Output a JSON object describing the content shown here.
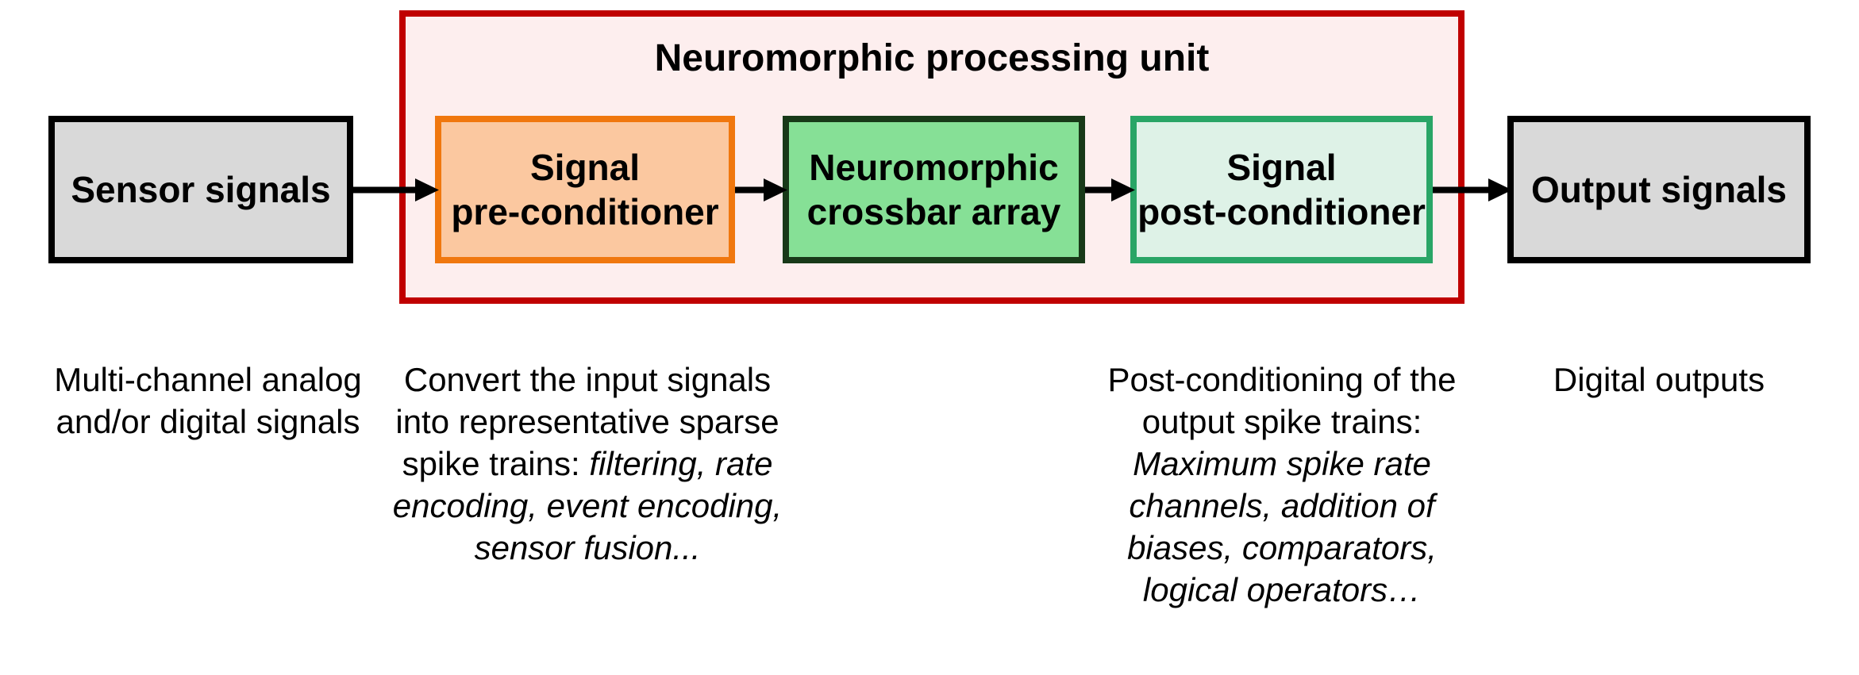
{
  "npu": {
    "label": "Neuromorphic processing unit",
    "border": "#c00000",
    "fill": "#fdeeee"
  },
  "nodes": [
    {
      "id": "sensor-signals",
      "label_lines": [
        "Sensor signals"
      ],
      "fill": "#d9d9d9",
      "border": "#000000"
    },
    {
      "id": "signal-pre-conditioner",
      "label_lines": [
        "Signal",
        "pre-conditioner"
      ],
      "fill": "#fbc8a0",
      "border": "#f0770e"
    },
    {
      "id": "neuromorphic-crossbar-array",
      "label_lines": [
        "Neuromorphic",
        "crossbar array"
      ],
      "fill": "#86e096",
      "border": "#183918"
    },
    {
      "id": "signal-post-conditioner",
      "label_lines": [
        "Signal",
        "post-conditioner"
      ],
      "fill": "#def2e7",
      "border": "#29a566"
    },
    {
      "id": "output-signals",
      "label_lines": [
        "Output signals"
      ],
      "fill": "#d9d9d9",
      "border": "#000000"
    }
  ],
  "captions": [
    {
      "position": "under-sensor-signals",
      "lines": [
        "Multi-channel analog",
        "and/or digital signals"
      ]
    },
    {
      "position": "under-signal-pre-conditioner",
      "lines": [
        "Convert the input signals",
        "into representative sparse",
        [
          {
            "t": "spike trains: "
          },
          {
            "t": "filtering, rate",
            "i": true
          }
        ],
        [
          {
            "t": "encoding, event encoding,",
            "i": true
          }
        ],
        [
          {
            "t": "sensor fusion...",
            "i": true
          }
        ]
      ]
    },
    {
      "position": "under-signal-post-conditioner",
      "lines": [
        "Post-conditioning of the",
        "output spike trains:",
        [
          {
            "t": "Maximum spike rate",
            "i": true
          }
        ],
        [
          {
            "t": "channels, addition of",
            "i": true
          }
        ],
        [
          {
            "t": "biases, comparators,",
            "i": true
          }
        ],
        [
          {
            "t": "logical operators…",
            "i": true
          }
        ]
      ]
    },
    {
      "position": "under-output-signals",
      "lines": [
        "Digital outputs"
      ]
    }
  ],
  "arrows": {
    "color": "#000000",
    "connections": [
      {
        "from": "sensor-signals",
        "to": "signal-pre-conditioner"
      },
      {
        "from": "signal-pre-conditioner",
        "to": "neuromorphic-crossbar-array"
      },
      {
        "from": "neuromorphic-crossbar-array",
        "to": "signal-post-conditioner"
      },
      {
        "from": "signal-post-conditioner",
        "to": "output-signals"
      }
    ]
  }
}
